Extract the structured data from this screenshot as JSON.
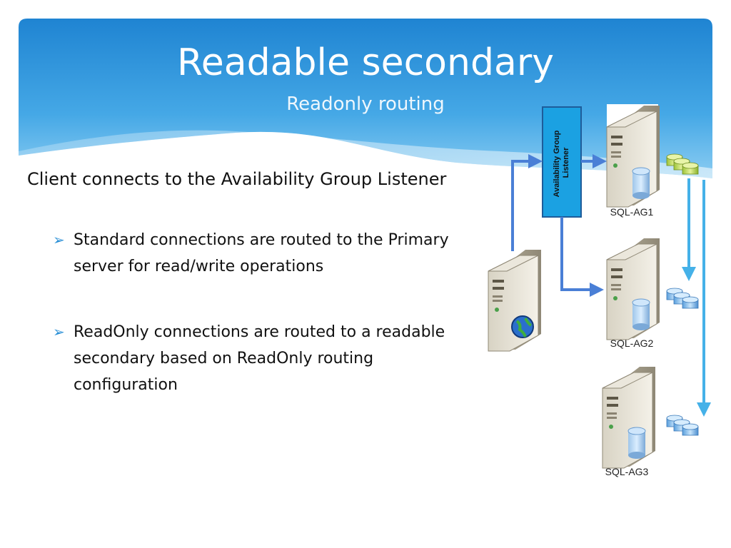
{
  "slide": {
    "title": "Readable secondary",
    "subtitle": "Readonly routing",
    "main_point": "Client connects to the Availability Group Listener",
    "bullets": [
      {
        "marker": "➢",
        "text": "Standard connections are routed to the Primary server for read/write operations"
      },
      {
        "marker": "➢",
        "text": "ReadOnly connections are routed to a readable secondary based on ReadOnly routing configuration"
      }
    ]
  },
  "diagram": {
    "listener_label": "Availability Group Listener",
    "servers": [
      {
        "name": "SQL-AG1",
        "role": "primary"
      },
      {
        "name": "SQL-AG2",
        "role": "secondary"
      },
      {
        "name": "SQL-AG3",
        "role": "secondary"
      }
    ],
    "client_icon": "server-with-globe-icon",
    "colors": {
      "banner_blue": "#2b8fd8",
      "listener_fill": "#1ba1e2",
      "arrow_dark": "#4a7fd6",
      "arrow_light": "#45b1e8",
      "primary_db": "#b8d84a",
      "secondary_db": "#7bbce8"
    }
  }
}
